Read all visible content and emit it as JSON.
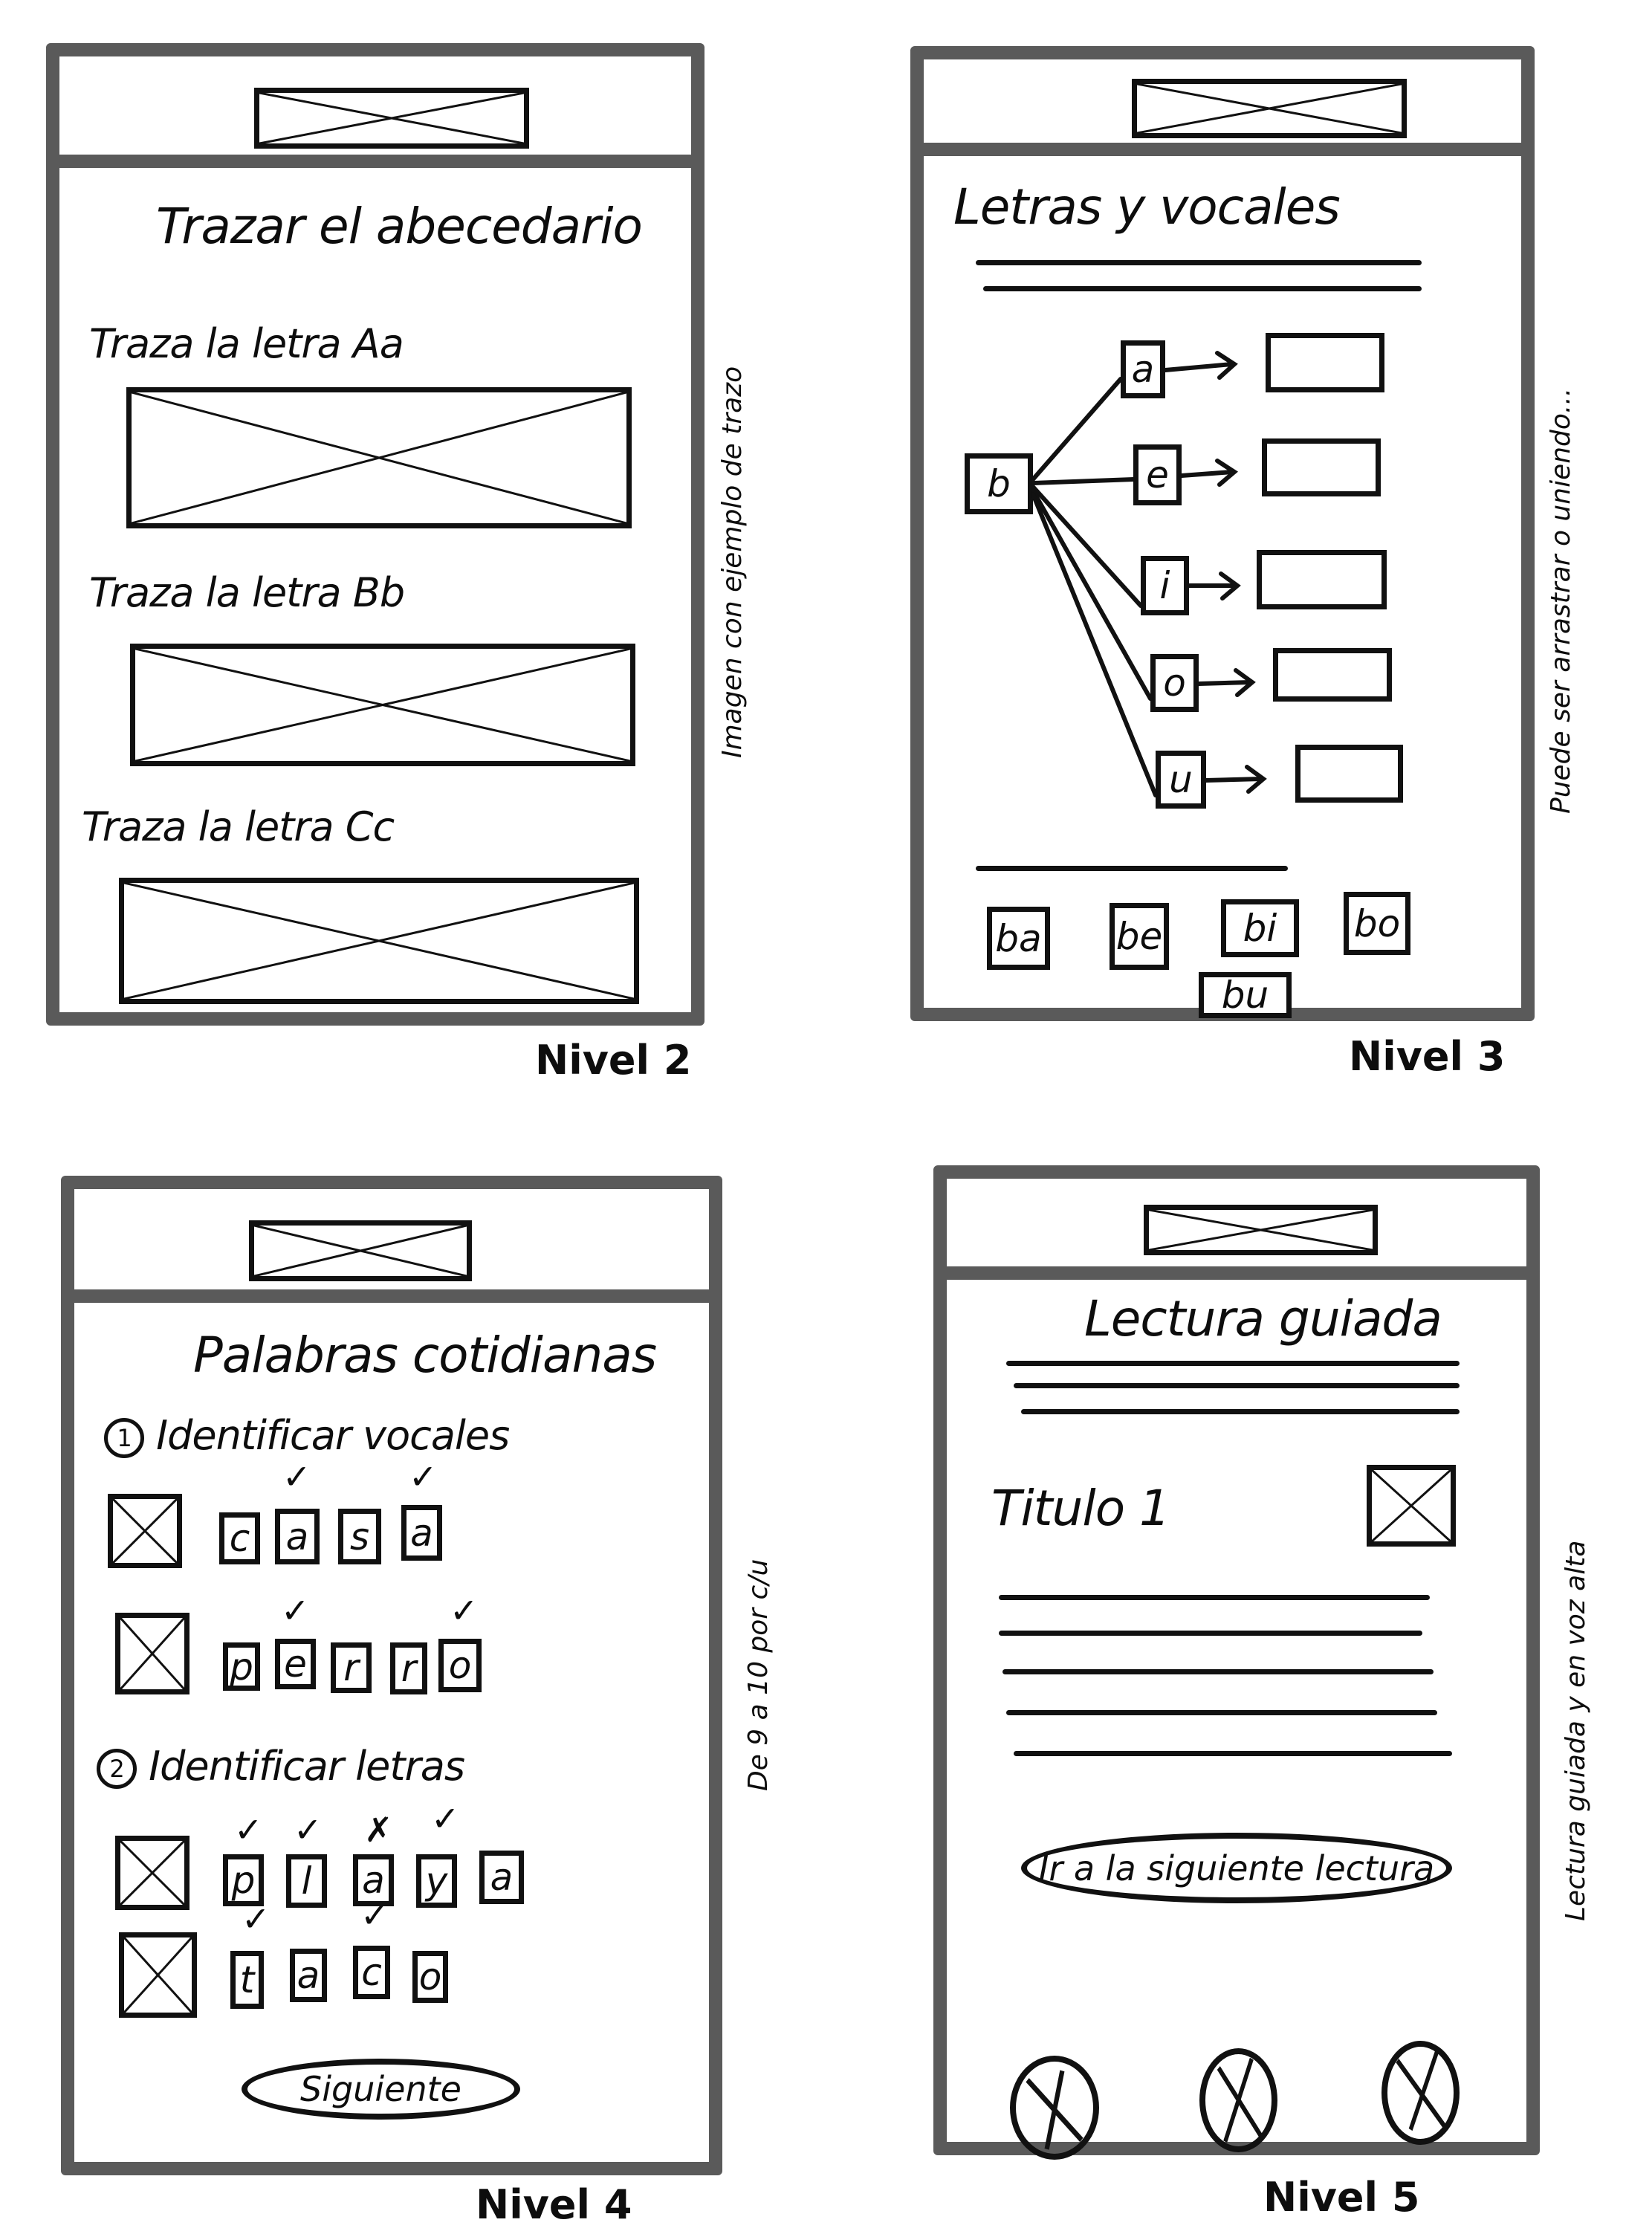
{
  "levels": [
    {
      "id": "nivel-2",
      "label": "Nivel 2",
      "title": "Trazar el abecedario",
      "items": [
        {
          "label": "Traza la letra Aa"
        },
        {
          "label": "Traza la letra Bb"
        },
        {
          "label": "Traza la letra Cc"
        }
      ],
      "side_note": "Imagen con ejemplo de trazo"
    },
    {
      "id": "nivel-3",
      "label": "Nivel 3",
      "title": "Letras y vocales",
      "consonant": "b",
      "vowels": [
        "a",
        "e",
        "i",
        "o",
        "u"
      ],
      "syllables": [
        "ba",
        "be",
        "bi",
        "bo",
        "bu"
      ],
      "side_note": "Puede ser arrastrar o uniendo..."
    },
    {
      "id": "nivel-4",
      "label": "Nivel 4",
      "title": "Palabras cotidianas",
      "sections": [
        {
          "number": "1",
          "heading": "Identificar vocales",
          "words": [
            {
              "letters": [
                "c",
                "a",
                "s",
                "a"
              ],
              "marks": [
                "",
                "✓",
                "",
                "✓"
              ]
            },
            {
              "letters": [
                "p",
                "e",
                "r",
                "r",
                "o"
              ],
              "marks": [
                "",
                "✓",
                "",
                "",
                "✓"
              ]
            }
          ]
        },
        {
          "number": "2",
          "heading": "Identificar letras",
          "words": [
            {
              "letters": [
                "p",
                "l",
                "a",
                "y",
                "a"
              ],
              "marks": [
                "✓",
                "✓",
                "✗",
                "✓",
                ""
              ]
            },
            {
              "letters": [
                "t",
                "a",
                "c",
                "o"
              ],
              "marks": [
                "✓",
                "",
                "✓",
                ""
              ]
            }
          ]
        }
      ],
      "button": "Siguiente",
      "side_note": "De 9 a 10 por c/u"
    },
    {
      "id": "nivel-5",
      "label": "Nivel 5",
      "title": "Lectura guiada",
      "subtitle": "Titulo 1",
      "button": "Ir a la siguiente lectura",
      "nav_icons": [
        "placeholder-circle",
        "placeholder-circle",
        "placeholder-circle"
      ],
      "side_note": "Lectura guiada y en voz alta"
    }
  ],
  "colors": {
    "frame": "#5a5a5a",
    "ink": "#111111",
    "background": "#ffffff"
  }
}
